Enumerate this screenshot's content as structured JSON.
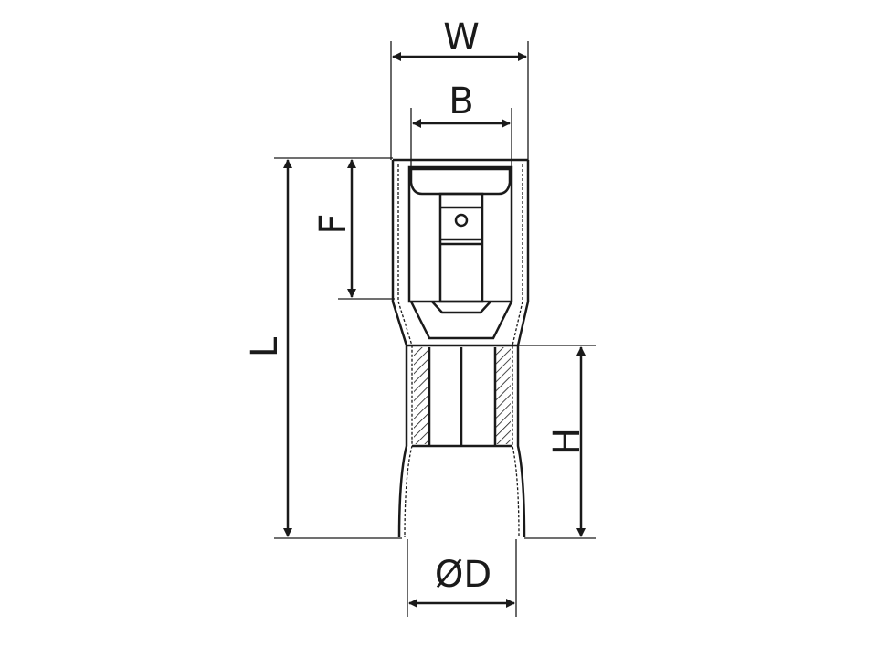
{
  "diagram": {
    "labels": {
      "width": "W",
      "blade_width": "B",
      "length": "L",
      "entry_depth": "F",
      "sleeve_height": "H",
      "diameter": "ØD"
    },
    "colors": {
      "line": "#1a1a1a",
      "background": "#ffffff"
    }
  }
}
